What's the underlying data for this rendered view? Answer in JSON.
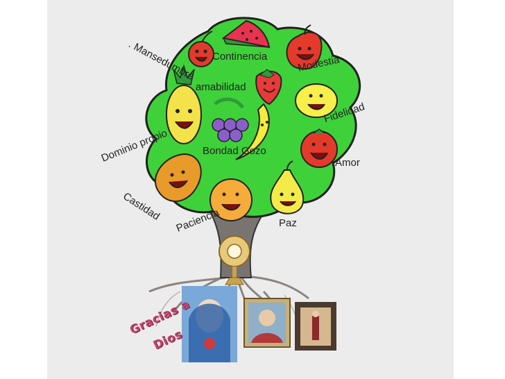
{
  "labels": {
    "mansedumbre": ". Mansedumbre",
    "continencia": "Continencia",
    "modestia": "Modestia",
    "amabilidad": "amabilidad",
    "fidelidad": "Fidelidad",
    "dominio": "Dominio propio",
    "bondad_gozo": "Bondad Gozo",
    "amor": "Amor",
    "castidad": "Castidad",
    "paciencia": "Paciencia",
    "paz": "Paz"
  },
  "banner": {
    "line1": "Gracias a",
    "line2": "Dios"
  },
  "colors": {
    "background": "#ffffff",
    "panel": "#ececec",
    "foliage": "#3fd13a",
    "foliage_outline": "#1f1f1f",
    "trunk": "#7a7470",
    "banner_text": "#c0446a"
  },
  "fruits": [
    {
      "name": "watermelon-slice",
      "color": "#e8334f"
    },
    {
      "name": "cherry",
      "color": "#e23b2a"
    },
    {
      "name": "apple",
      "color": "#e5392b"
    },
    {
      "name": "strawberry",
      "color": "#e83a3a"
    },
    {
      "name": "pineapple",
      "color": "#f3e24a"
    },
    {
      "name": "lemon",
      "color": "#f7ef4a"
    },
    {
      "name": "grapes",
      "color": "#8b5fc8"
    },
    {
      "name": "banana",
      "color": "#f6ea3c"
    },
    {
      "name": "tomato",
      "color": "#e33a2c"
    },
    {
      "name": "mango",
      "color": "#e89a2a"
    },
    {
      "name": "orange",
      "color": "#f6ac3a"
    },
    {
      "name": "pear",
      "color": "#f4ea4a"
    }
  ]
}
